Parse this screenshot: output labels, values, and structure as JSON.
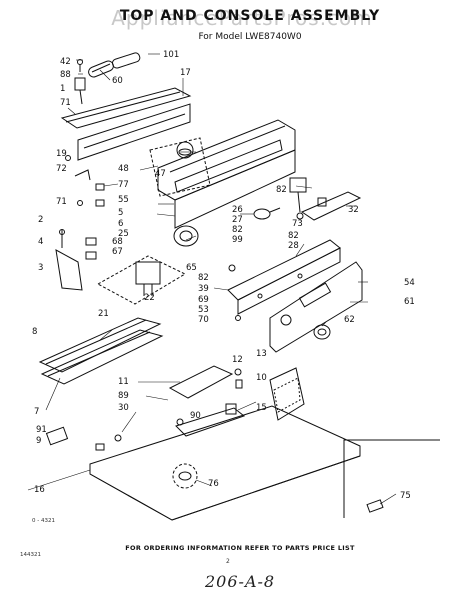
{
  "watermark": "AppliancePartsPros.com",
  "title": "TOP AND CONSOLE ASSEMBLY",
  "subtitle": "For Model LWE8740W0",
  "callouts": {
    "c101": "101",
    "c42": "42",
    "c88": "88",
    "c60": "60",
    "c1": "1",
    "c71a": "71",
    "c17": "17",
    "c19": "19",
    "c72": "72",
    "c48": "48",
    "c47": "47",
    "c77": "77",
    "c71b": "71",
    "c55": "55",
    "c5": "5",
    "c6": "6",
    "c25": "25",
    "c82a": "82",
    "c26": "26",
    "c27": "27",
    "c82b": "82",
    "c99": "99",
    "c32": "32",
    "c73": "73",
    "c82c": "82",
    "c28": "28",
    "c2": "2",
    "c4": "4",
    "c68": "68",
    "c67": "67",
    "c3": "3",
    "c65": "65",
    "c82d": "82",
    "c39": "39",
    "c69": "69",
    "c53": "53",
    "c70": "70",
    "c54": "54",
    "c61": "61",
    "c62": "62",
    "c22": "22",
    "c21": "21",
    "c8": "8",
    "c7": "7",
    "c12": "12",
    "c13": "13",
    "c10": "10",
    "c11": "11",
    "c89": "89",
    "c30": "30",
    "c90": "90",
    "c15": "15",
    "c91": "91",
    "c9": "9",
    "c16": "16",
    "c76": "76",
    "c75": "75"
  },
  "ref_code": "0 - 4321",
  "footer": "FOR ORDERING INFORMATION REFER TO PARTS PRICE LIST",
  "sheet_code": "144321",
  "page_number": "2",
  "handwritten_note": "206-A-8"
}
